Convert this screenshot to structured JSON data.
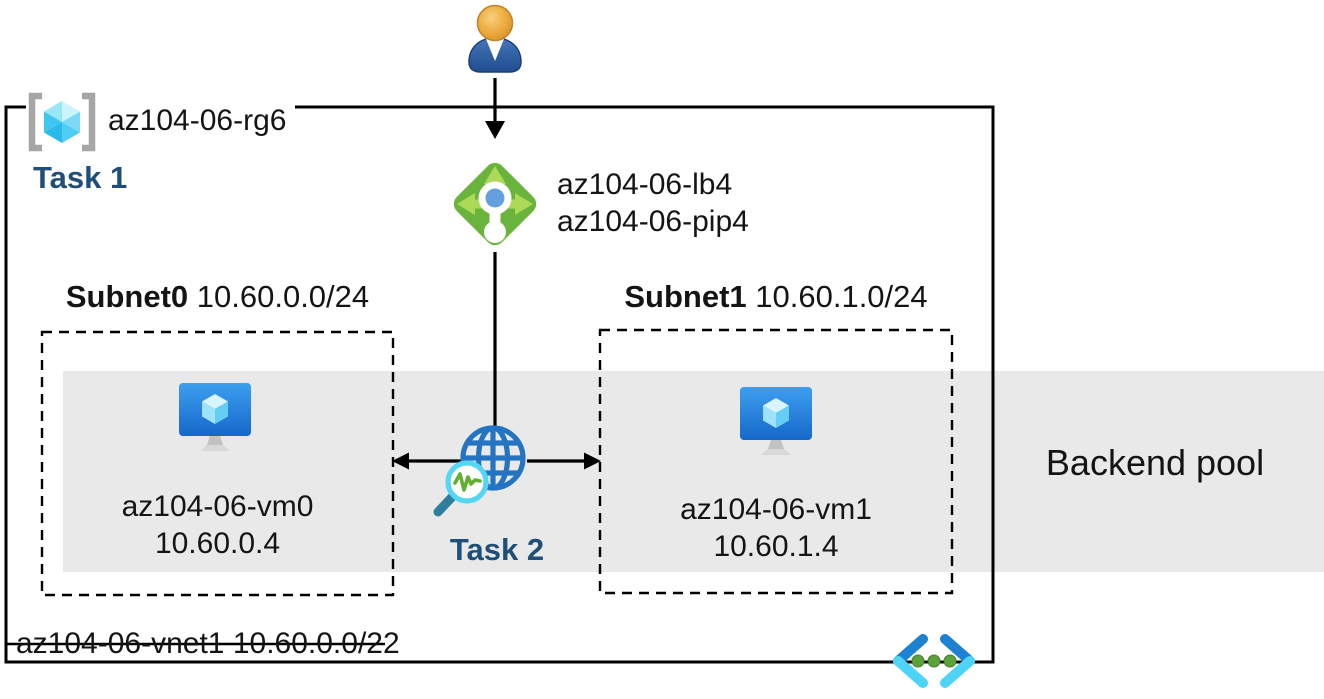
{
  "resource_group": {
    "name": "az104-06-rg6",
    "task_label": "Task 1",
    "icon": "resource-group-icon"
  },
  "user": {
    "icon": "user-icon"
  },
  "load_balancer": {
    "name": "az104-06-lb4",
    "public_ip_name": "az104-06-pip4",
    "icon": "load-balancer-icon"
  },
  "subnets": [
    {
      "name": "Subnet0",
      "cidr": "10.60.0.0/24",
      "vm": {
        "name": "az104-06-vm0",
        "ip": "10.60.0.4",
        "icon": "virtual-machine-icon"
      }
    },
    {
      "name": "Subnet1",
      "cidr": "10.60.1.0/24",
      "vm": {
        "name": "az104-06-vm1",
        "ip": "10.60.1.4",
        "icon": "virtual-machine-icon"
      }
    }
  ],
  "monitor": {
    "task_label": "Task 2",
    "icon": "network-watcher-globe-icon"
  },
  "backend_pool": {
    "label": "Backend pool"
  },
  "vnet": {
    "name": "az104-06-vnet1",
    "cidr": "10.60.0.0/22",
    "icon": "virtual-network-icon"
  },
  "colors": {
    "task_text": "#1f4e79",
    "backend_band": "#e9e9e9",
    "diagram_lines": "#000000",
    "lb_green": "#68b43c",
    "lb_arrow_green": "#acd957",
    "lb_dot_blue": "#64a0e0",
    "globe_blue": "#2574c4",
    "magnifier_ring_cyan": "#55d6f4",
    "pulse_green": "#61ae33",
    "magnifier_handle_teal": "#2e7f9e",
    "vm_screen_blue_top": "#3d9ff0",
    "vm_screen_blue_bottom": "#1668c9",
    "cube_cyan": "#4fcdf3",
    "bracket_gray": "#a6a6a6",
    "vnet_chevron_blue": "#1e82d2",
    "vnet_chevron_cyan": "#4ed4f7",
    "vnet_dot_green": "#5ca23b",
    "person_head_orange": "#eca93c",
    "person_body_blue": "#33619f"
  }
}
